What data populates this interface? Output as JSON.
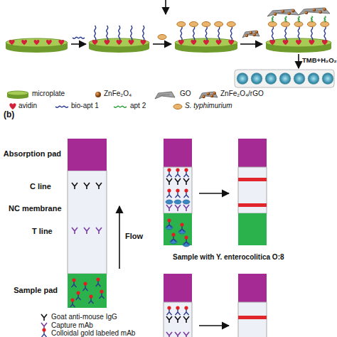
{
  "diagram": {
    "nodes": [
      {
        "text": [
          "Absorption pad"
        ]
      },
      {
        "text": [
          "Sample pad"
        ]
      }
    ],
    "labels": [
      "TMB+H₂O₂",
      "(b)",
      "C line",
      "NC membrane",
      "T line",
      "Flow",
      "Sample with Y. enterocolitica O:8"
    ],
    "legend": [
      {
        "text": "microplate"
      },
      {
        "text": "ZnFe₂O₄"
      },
      {
        "text": "GO"
      },
      {
        "text": "ZnFe₂O₄/rGO"
      },
      {
        "text": "avidin"
      },
      {
        "text": "bio-apt 1"
      },
      {
        "text": "apt 2"
      },
      {
        "text": "S. typhimurium"
      },
      {
        "text": "Goat anti-mouse IgG"
      },
      {
        "text": "Capture mAb"
      },
      {
        "text": "Colloidal gold labeled mAb"
      }
    ]
  }
}
